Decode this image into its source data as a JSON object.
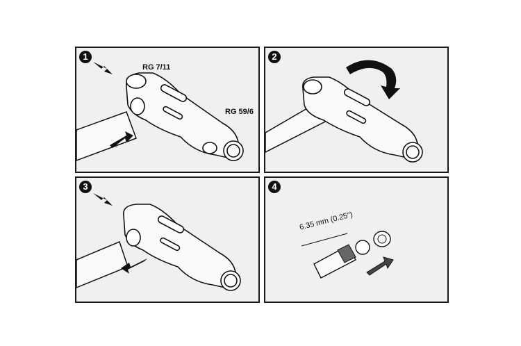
{
  "steps": [
    {
      "number": "1",
      "labels": {
        "top": "RG 7/11",
        "right": "RG 59/6"
      }
    },
    {
      "number": "2"
    },
    {
      "number": "3"
    },
    {
      "number": "4",
      "dimension": "6.35 mm (0.25\")"
    }
  ],
  "colors": {
    "panel_bg": "#f0f0f0",
    "ink": "#111111",
    "border": "#1a1a1a"
  }
}
